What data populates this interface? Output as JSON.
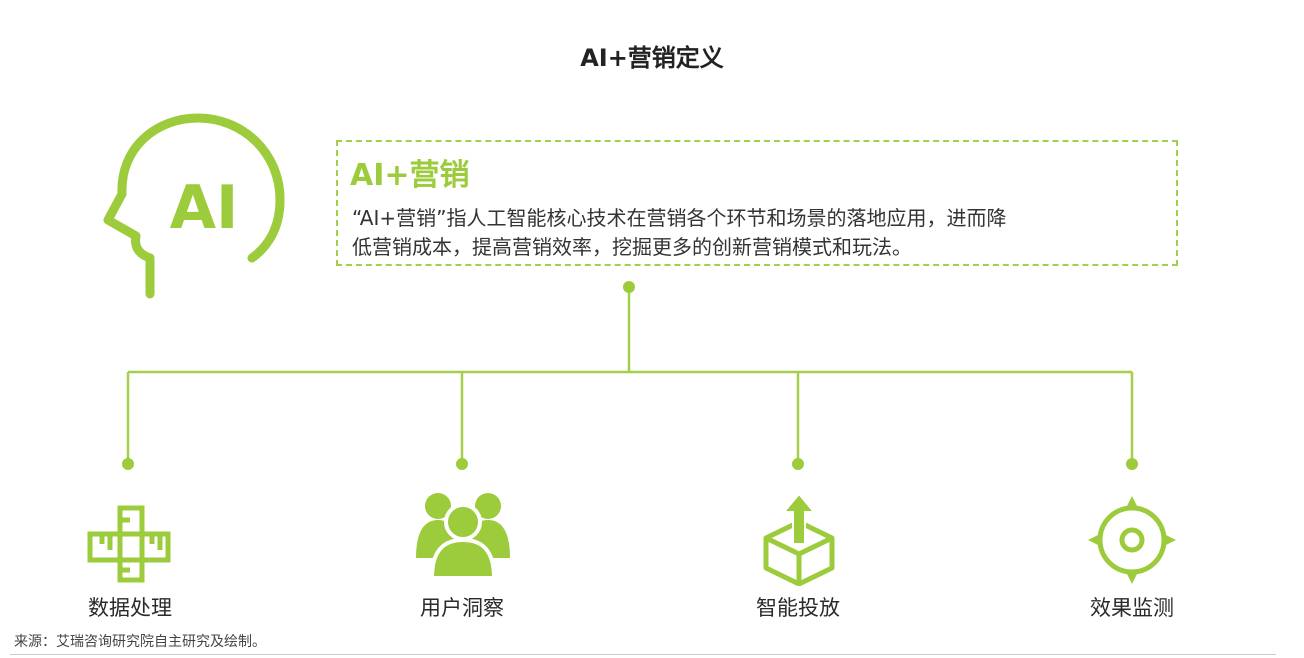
{
  "title": "AI+营销定义",
  "colors": {
    "accent": "#9ccb3b",
    "text": "#333333"
  },
  "definition": {
    "heading": "AI+营销",
    "lines": [
      "“AI+营销”指人工智能核心技术在营销各个环节和场景的落地应用，进而降",
      "低营销成本，提高营销效率，挖掘更多的创新营销模式和玩法。"
    ]
  },
  "head_icon": {
    "icon": "ai-head-icon",
    "label": "AI"
  },
  "nodes": [
    {
      "label": "数据处理",
      "icon": "ruler-icon"
    },
    {
      "label": "用户洞察",
      "icon": "users-icon"
    },
    {
      "label": "智能投放",
      "icon": "box-arrow-icon"
    },
    {
      "label": "效果监测",
      "icon": "target-icon"
    }
  ],
  "source": "来源：艾瑞咨询研究院自主研究及绘制。"
}
